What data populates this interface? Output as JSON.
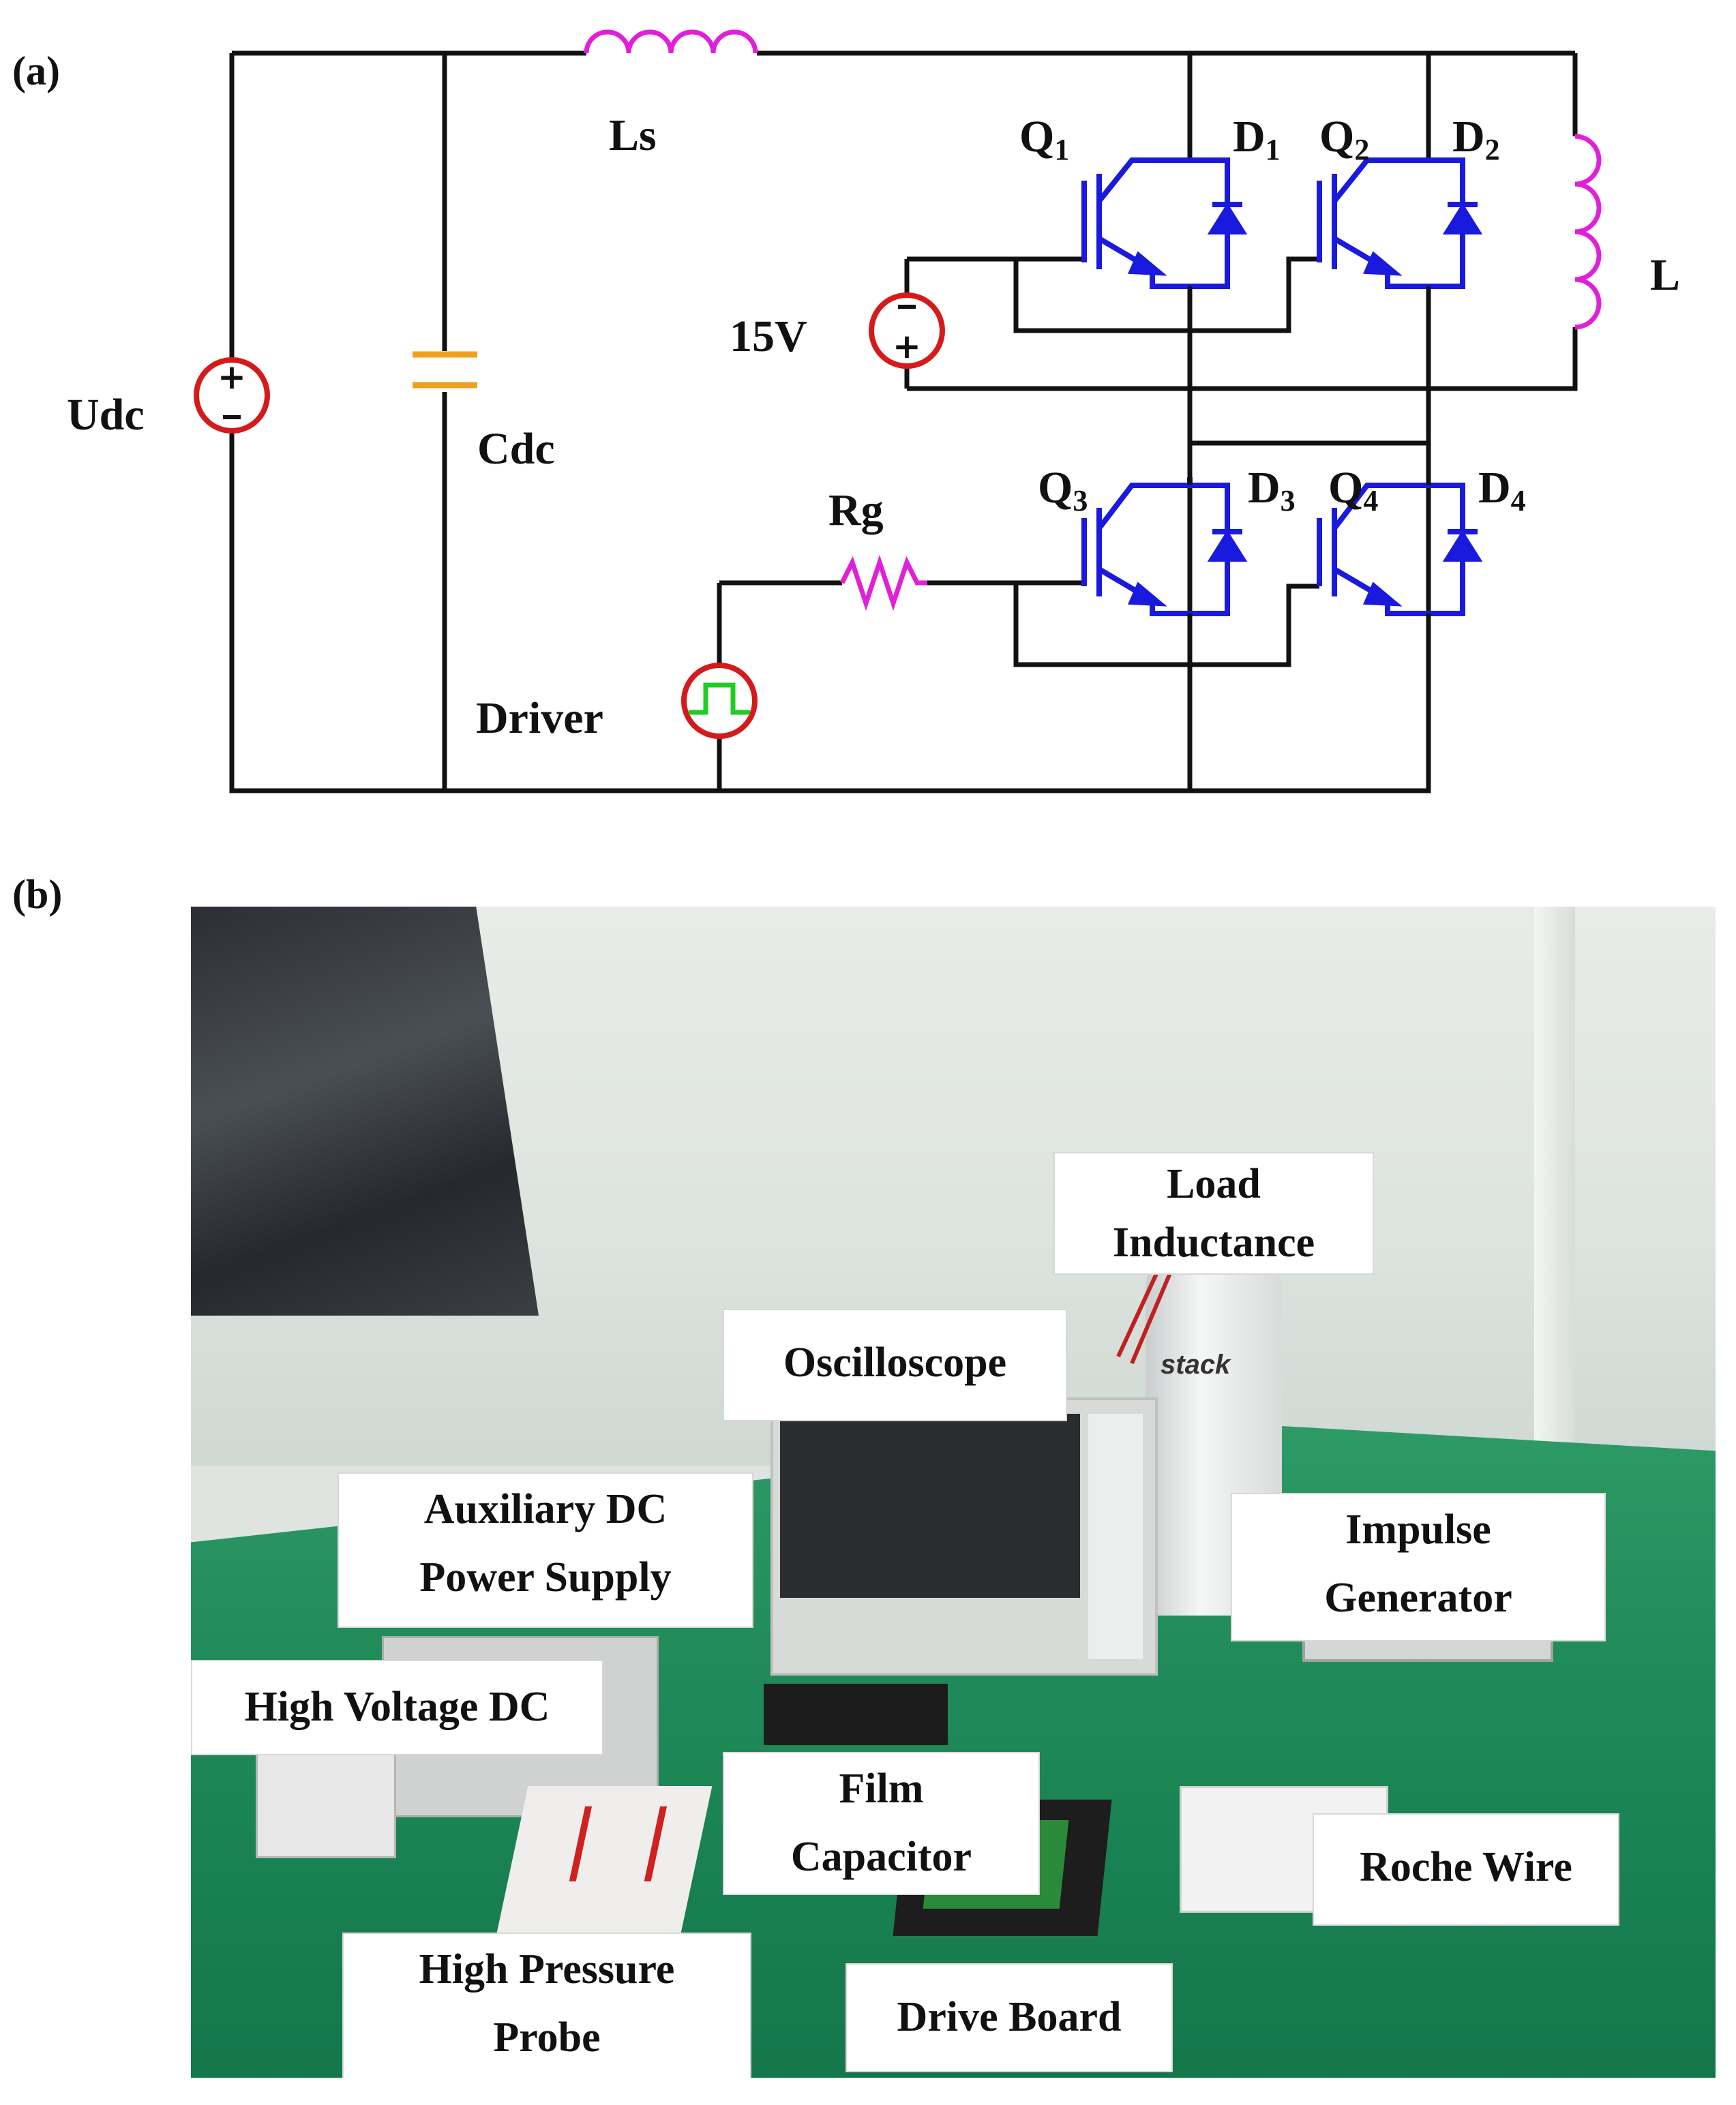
{
  "panels": {
    "a": "(a)",
    "b": "(b)"
  },
  "circuit": {
    "Udc": "Udc",
    "Cdc": "Cdc",
    "Ls": "Ls",
    "L": "L",
    "source_15v": "15V",
    "Rg": "Rg",
    "Driver": "Driver",
    "Q1": [
      "Q",
      "1"
    ],
    "Q2": [
      "Q",
      "2"
    ],
    "Q3": [
      "Q",
      "3"
    ],
    "Q4": [
      "Q",
      "4"
    ],
    "D1": [
      "D",
      "1"
    ],
    "D2": [
      "D",
      "2"
    ],
    "D3": [
      "D",
      "3"
    ],
    "D4": [
      "D",
      "4"
    ],
    "colors": {
      "wire": "#111111",
      "igbt": "#1a1adf",
      "inductor": "#e020d8",
      "capacitor": "#f0a020",
      "source_ring": "#d41a1a",
      "pulse": "#22cc22"
    }
  },
  "photo_labels": {
    "load_inductance": "Load\nInductance",
    "oscilloscope": "Oscilloscope",
    "auxiliary_dc": "Auxiliary DC\nPower Supply",
    "impulse_generator": "Impulse\nGenerator",
    "high_voltage_dc": "High Voltage DC",
    "film_capacitor": "Film\nCapacitor",
    "roche_wire": "Roche Wire",
    "high_pressure_probe": "High Pressure\nProbe",
    "drive_board": "Drive Board",
    "device_brand": "stack"
  }
}
